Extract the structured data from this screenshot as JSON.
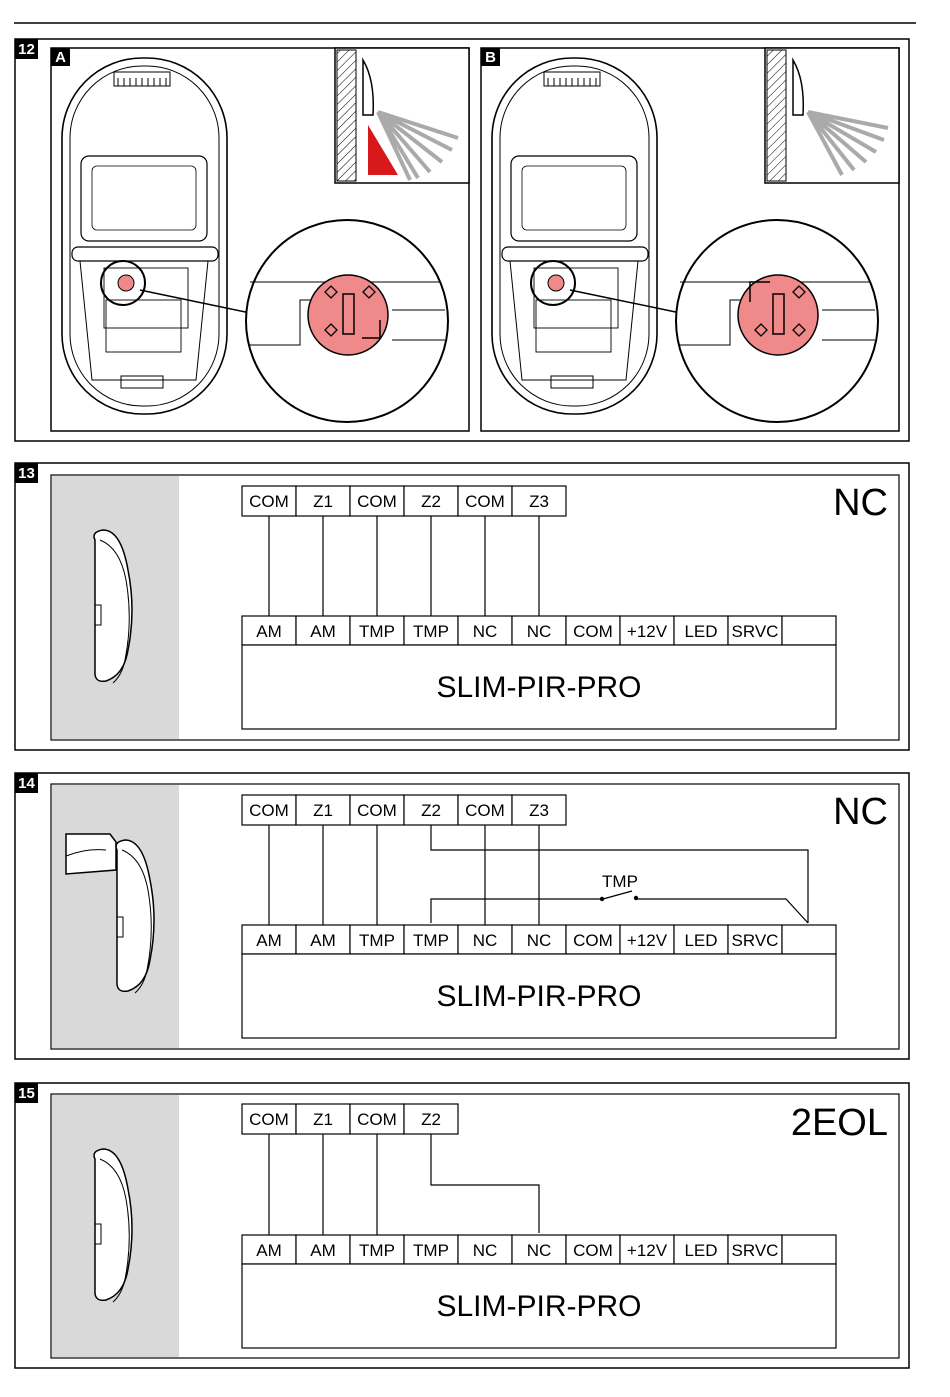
{
  "figures": {
    "f12": {
      "number": "12",
      "panel_a": "A",
      "panel_b": "B"
    },
    "f13": {
      "number": "13",
      "mode": "NC",
      "device": "SLIM-PIR-PRO",
      "top_terminals": [
        "COM",
        "Z1",
        "COM",
        "Z2",
        "COM",
        "Z3"
      ],
      "bottom_terminals": [
        "AM",
        "AM",
        "TMP",
        "TMP",
        "NC",
        "NC",
        "COM",
        "+12V",
        "LED",
        "SRVC",
        ""
      ]
    },
    "f14": {
      "number": "14",
      "mode": "NC",
      "device": "SLIM-PIR-PRO",
      "switch_label": "TMP",
      "top_terminals": [
        "COM",
        "Z1",
        "COM",
        "Z2",
        "COM",
        "Z3"
      ],
      "bottom_terminals": [
        "AM",
        "AM",
        "TMP",
        "TMP",
        "NC",
        "NC",
        "COM",
        "+12V",
        "LED",
        "SRVC",
        ""
      ]
    },
    "f15": {
      "number": "15",
      "mode": "2EOL",
      "device": "SLIM-PIR-PRO",
      "top_terminals": [
        "COM",
        "Z1",
        "COM",
        "Z2"
      ],
      "bottom_terminals": [
        "AM",
        "AM",
        "TMP",
        "TMP",
        "NC",
        "NC",
        "COM",
        "+12V",
        "LED",
        "SRVC",
        ""
      ]
    }
  },
  "colors": {
    "accent_red": "#f08a8a",
    "wedge_red": "#d7191c",
    "panel_gray": "#d9d9d9"
  }
}
